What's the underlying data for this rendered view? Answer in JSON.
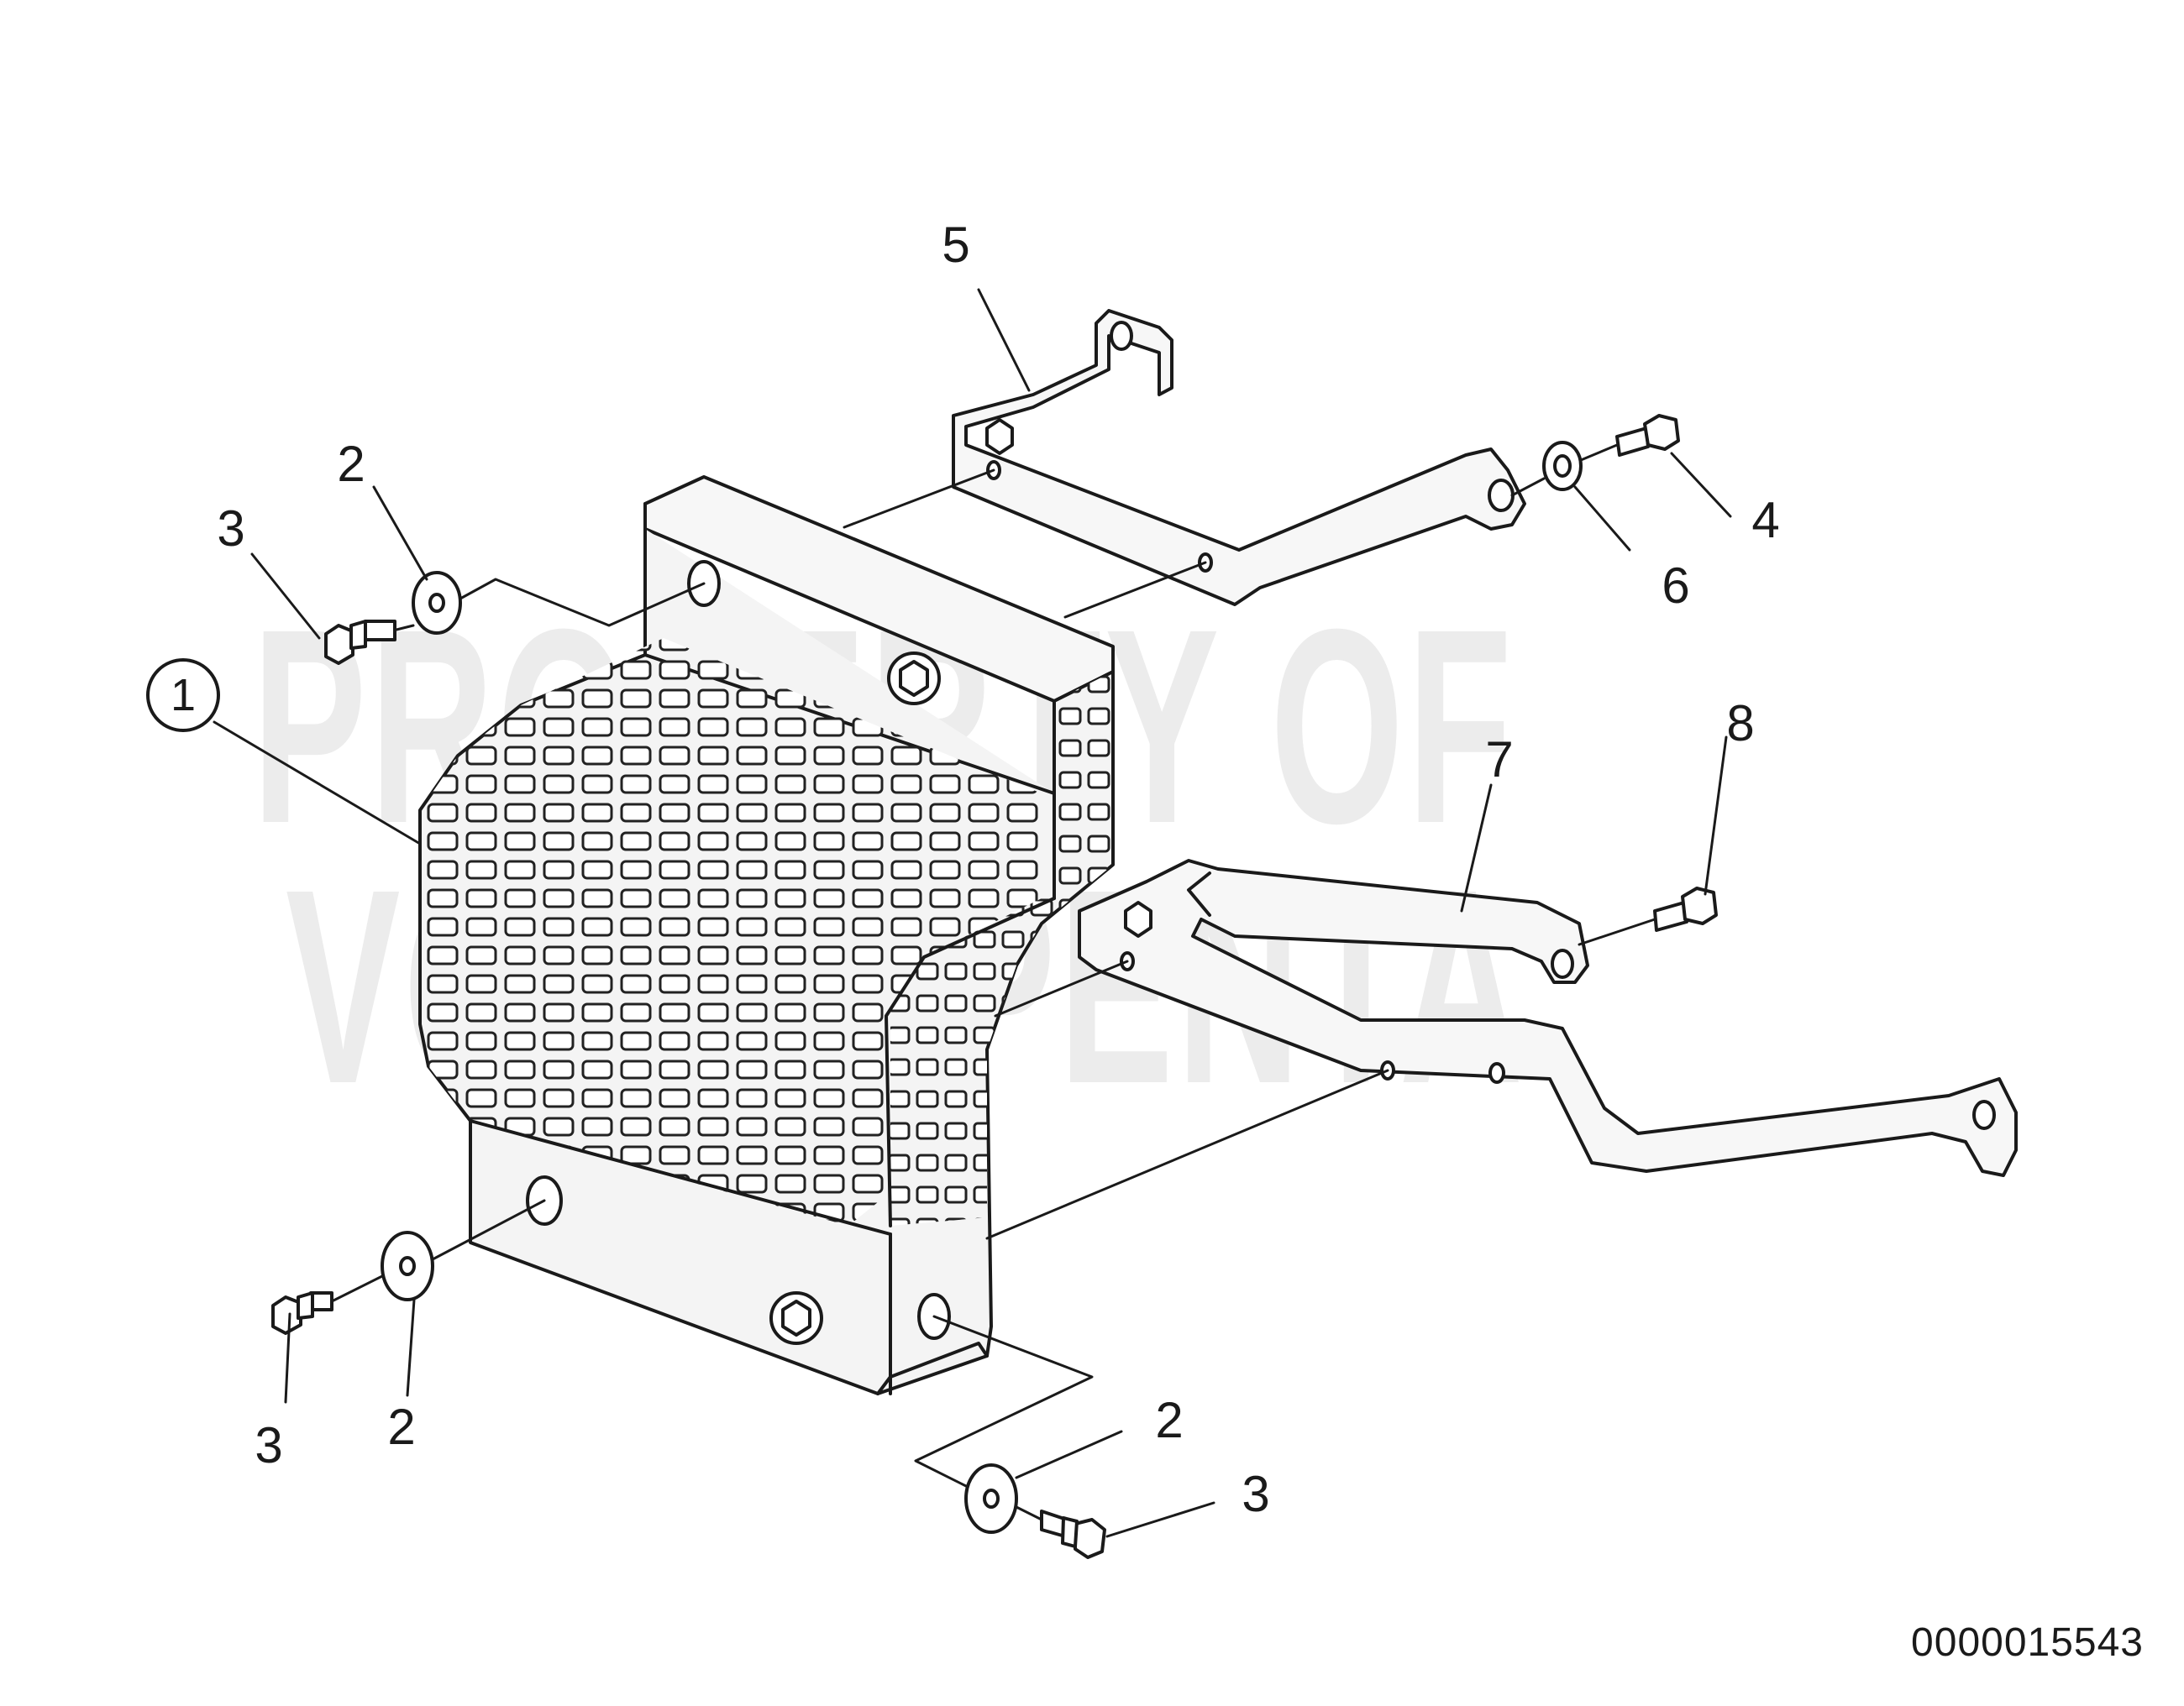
{
  "watermark": {
    "line1": "PROPERTY OF",
    "line2": "VOLVO PENTA"
  },
  "document_number": "0000015543",
  "callouts": {
    "heat_shield": "1",
    "washer_top_left": "2",
    "bolt_top_left": "3",
    "bolt_bracket_top": "4",
    "bracket_top": "5",
    "spacer_top": "6",
    "bracket_lower": "7",
    "bolt_bracket_lower": "8",
    "washer_bottom_left": "2",
    "bolt_bottom_left": "3",
    "washer_bottom_right": "2",
    "bolt_bottom_right": "3"
  }
}
